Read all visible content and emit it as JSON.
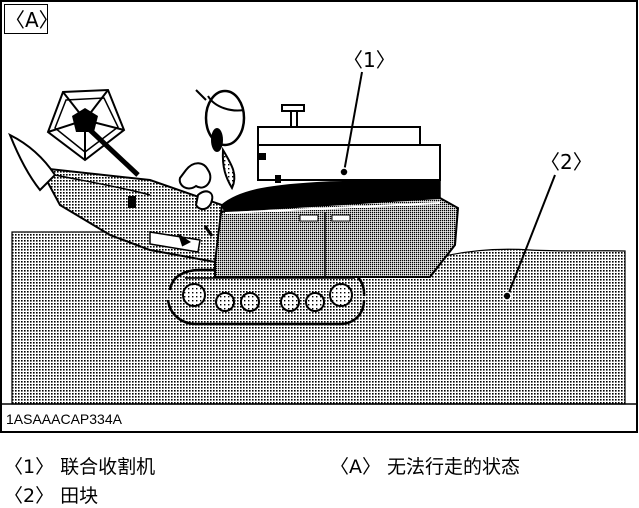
{
  "panel_tag": "〈A〉",
  "figure_code": "1ASAAACAP334A",
  "callouts": {
    "combine": "〈1〉",
    "field": "〈2〉"
  },
  "legend": [
    {
      "num": "〈1〉",
      "text": "联合收割机"
    },
    {
      "num": "〈2〉",
      "text": "田块"
    },
    {
      "num": "〈A〉",
      "text": "无法行走的状态"
    }
  ],
  "colors": {
    "outline": "#000000",
    "background": "#ffffff",
    "mud_tone": "#8c8c8c",
    "body_tone": "#a8a8a8"
  },
  "icons": {
    "machine": "combine-harvester-icon",
    "operator": "confused-operator-icon"
  }
}
